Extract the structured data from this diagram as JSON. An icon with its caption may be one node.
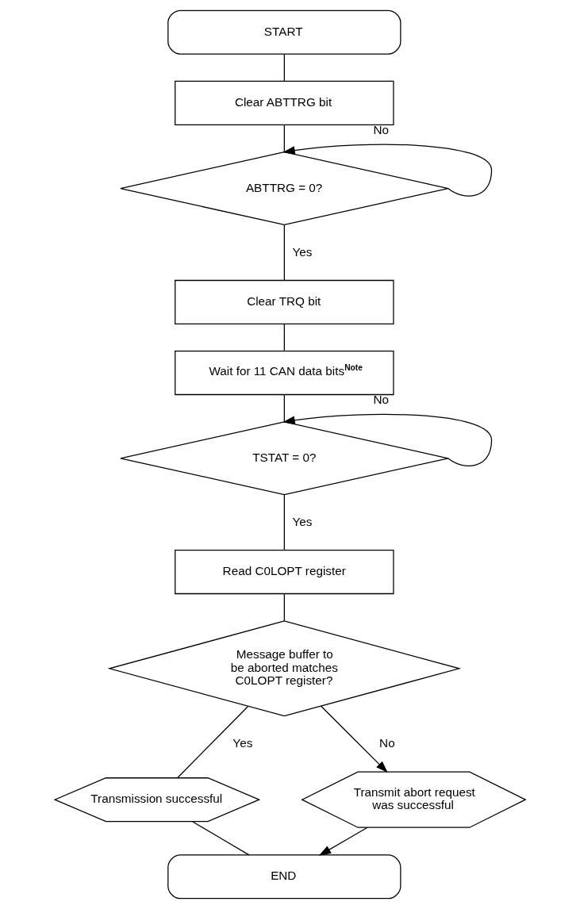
{
  "diagram": {
    "nodes": [
      {
        "text": [
          "START"
        ]
      },
      {
        "text": [
          "Clear ABTTRG bit"
        ]
      },
      {
        "text": [
          "ABTTRG = 0?"
        ]
      },
      {
        "text": [
          "Clear TRQ bit"
        ]
      },
      {
        "text": [
          "Wait for 11 CAN data bits$^{Note}$"
        ]
      },
      {
        "text": [
          "TSTAT = 0?"
        ]
      },
      {
        "text": [
          "Read C0LOPT register"
        ]
      },
      {
        "text": [
          "Message buffer to be aborted matches C0LOPT register?"
        ]
      },
      {
        "text": [
          "Transmission successful"
        ]
      },
      {
        "text": [
          "Transmit abort request was successful"
        ]
      },
      {
        "text": [
          "END"
        ]
      }
    ],
    "edges": [
      {
        "from": 0,
        "to": 1,
        "arrow": "none"
      },
      {
        "from": 1,
        "to": 2,
        "arrow": "none"
      },
      {
        "from": 2,
        "to": 2,
        "arrow": "to",
        "label": "No"
      },
      {
        "from": 2,
        "to": 3,
        "arrow": "none",
        "label": "Yes"
      },
      {
        "from": 3,
        "to": 4,
        "arrow": "none"
      },
      {
        "from": 4,
        "to": 5,
        "arrow": "none"
      },
      {
        "from": 5,
        "to": 5,
        "arrow": "to",
        "label": "No"
      },
      {
        "from": 5,
        "to": 6,
        "arrow": "none",
        "label": "Yes"
      },
      {
        "from": 6,
        "to": 7,
        "arrow": "none"
      },
      {
        "from": 7,
        "to": 8,
        "arrow": "none",
        "label": "Yes"
      },
      {
        "from": 7,
        "to": 9,
        "arrow": "to",
        "label": "No"
      },
      {
        "from": 8,
        "to": 10,
        "arrow": "none"
      },
      {
        "from": 9,
        "to": 10,
        "arrow": "to"
      }
    ]
  }
}
